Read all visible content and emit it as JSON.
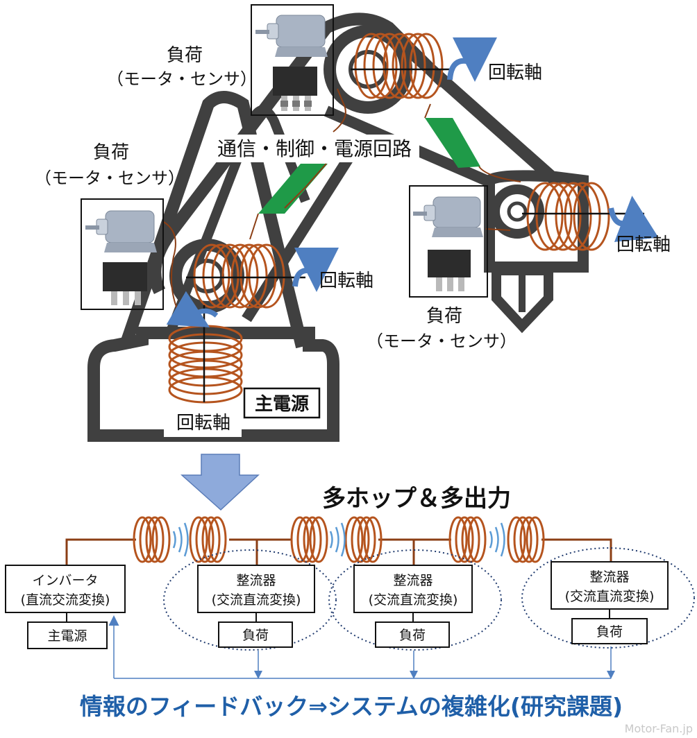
{
  "robot": {
    "load_label_1_line1": "負荷",
    "load_label_1_line2": "（モータ・センサ）",
    "load_label_2_line1": "負荷",
    "load_label_2_line2": "（モータ・センサ）",
    "load_label_3_line1": "負荷",
    "load_label_3_line2": "（モータ・センサ）",
    "rotation_axis_1": "回転軸",
    "rotation_axis_2": "回転軸",
    "rotation_axis_3": "回転軸",
    "rotation_axis_4": "回転軸",
    "circuit_label": "通信・制御・電源回路",
    "main_power_label": "主電源"
  },
  "system": {
    "title": "多ホップ＆多出力",
    "inverter_line1": "インバータ",
    "inverter_line2": "(直流交流変換)",
    "main_power": "主電源",
    "rectifiers": [
      {
        "line1": "整流器",
        "line2": "(交流直流変換)",
        "load": "負荷"
      },
      {
        "line1": "整流器",
        "line2": "(交流直流変換)",
        "load": "負荷"
      },
      {
        "line1": "整流器",
        "line2": "(交流直流変換)",
        "load": "負荷"
      }
    ],
    "feedback_caption": "情報のフィードバック⇒システムの複雑化(研究課題)"
  },
  "watermark": "Motor-Fan.jp",
  "colors": {
    "coil": "#b5541e",
    "wire": "#8b3e14",
    "arm": "#404040",
    "circuit_green": "#1f9a48",
    "arrow_blue": "#4f7fc1",
    "down_arrow_fill": "#8eaadb",
    "caption_blue": "#1f5fa8",
    "dotted_ellipse": "#1f3a6e"
  }
}
